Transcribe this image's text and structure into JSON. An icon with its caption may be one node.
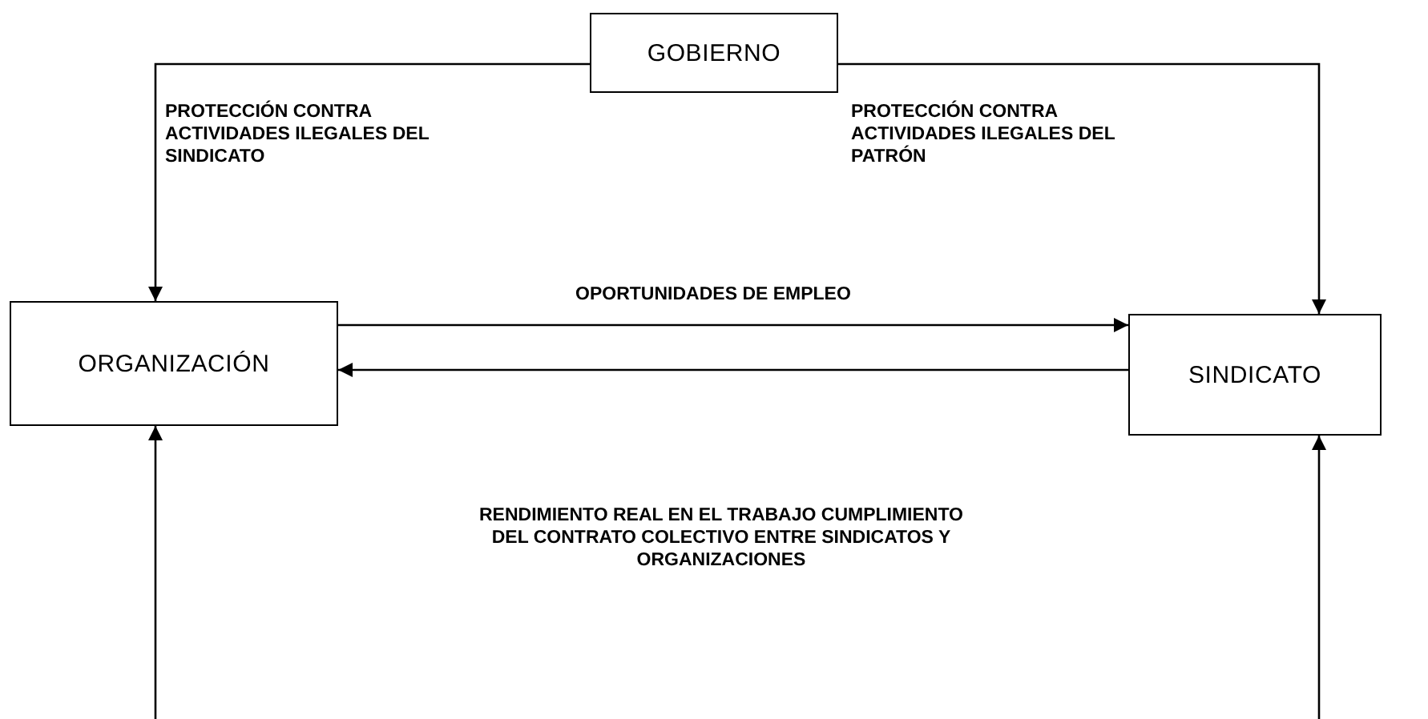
{
  "diagram": {
    "nodes": [
      {
        "text": [
          "GOBIERNO"
        ]
      },
      {
        "text": [
          "ORGANIZACIÓN"
        ]
      },
      {
        "text": [
          "SINDICATO"
        ]
      }
    ],
    "edges": [
      {
        "from": 0,
        "to": 1,
        "arrow": "to",
        "label": "PROTECCIÓN CONTRA ACTIVIDADES ILEGALES DEL SINDICATO"
      },
      {
        "from": 0,
        "to": 2,
        "arrow": "to",
        "label": "PROTECCIÓN CONTRA ACTIVIDADES ILEGALES DEL PATRÓN"
      },
      {
        "from": 1,
        "to": 2,
        "arrow": "to",
        "label": "OPORTUNIDADES DE EMPLEO"
      },
      {
        "from": 2,
        "to": 1,
        "arrow": "to"
      },
      {
        "from": null,
        "to": 1,
        "arrow": "to"
      },
      {
        "from": null,
        "to": 2,
        "arrow": "to"
      }
    ],
    "labels": [
      "RENDIMIENTO REAL EN EL TRABAJO CUMPLIMIENTO DEL CONTRATO COLECTIVO ENTRE SINDICATOS Y ORGANIZACIONES"
    ]
  }
}
